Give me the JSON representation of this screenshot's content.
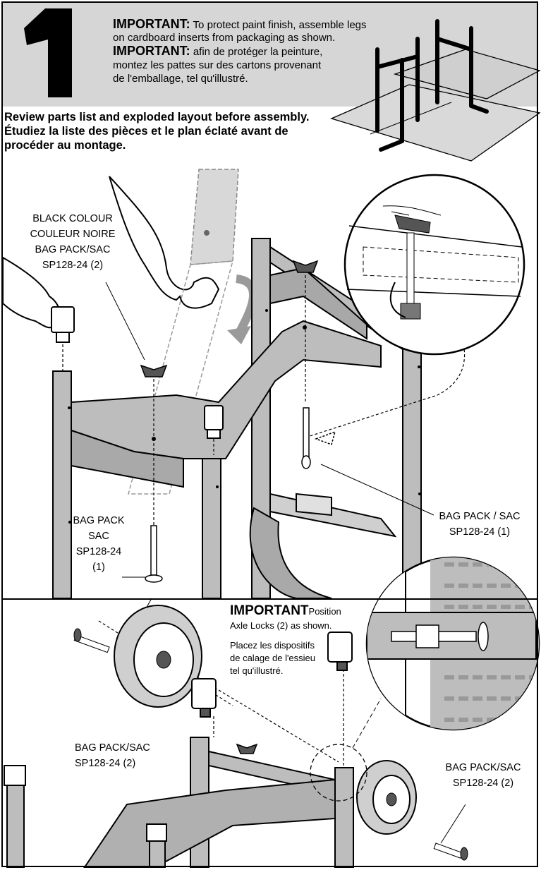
{
  "step": {
    "number": "1"
  },
  "header": {
    "important_label": "IMPORTANT:",
    "en_text_1": " To protect paint finish, assemble legs",
    "en_text_2": "on cardboard inserts from packaging as shown.",
    "fr_text_1": " afin de protéger la peinture,",
    "fr_text_2": "montez les pattes sur des cartons provenant",
    "fr_text_3": "de l'emballage, tel qu'illustré."
  },
  "review": {
    "en": "Review parts list and exploded layout before assembly.",
    "fr_1": "Étudiez la liste des pièces et le plan éclaté avant de",
    "fr_2": "procéder au montage."
  },
  "labels": {
    "cap_colour_en": "BLACK COLOUR",
    "cap_colour_fr": "COULEUR NOIRE",
    "cap_bag": "BAG PACK/SAC",
    "cap_part": "SP128-24 (2)",
    "bolt_bag": "BAG PACK",
    "bolt_sac": "SAC",
    "bolt_part": "SP128-24",
    "bolt_qty": "(1)",
    "right_bolt_bag": "BAG PACK / SAC",
    "right_bolt_part": "SP128-24 (1)"
  },
  "wheels": {
    "important_label": "IMPORTANT",
    "position_word": "Position",
    "axle_en": "Axle Locks (2) as shown.",
    "fr_1": "Placez les dispositifs",
    "fr_2": "de calage de l'essieu",
    "fr_3": "tel qu'illustré.",
    "left_bag": "BAG PACK/SAC",
    "left_part": "SP128-24 (2)",
    "right_bag": "BAG PACK/SAC",
    "right_part": "SP128-24 (2)"
  },
  "colors": {
    "frame_gray": "#b9b9b9",
    "band_gray": "#d6d6d6",
    "dark": "#000000"
  }
}
